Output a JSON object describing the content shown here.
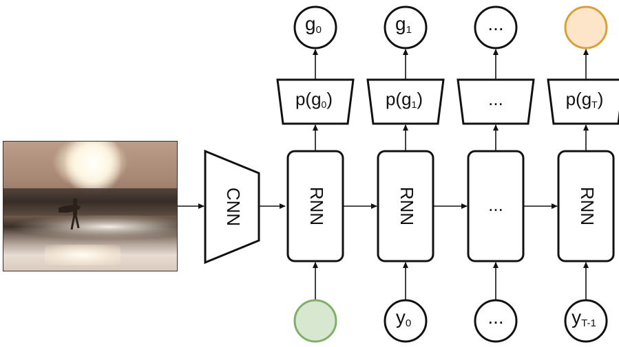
{
  "image": {
    "icon": "beach-surfer-photo"
  },
  "encoder": {
    "label": "CNN"
  },
  "columns": [
    {
      "output_label": "g",
      "output_sub": "0",
      "output_fill": "#ffffff",
      "output_stroke": "#111111",
      "dist_label": "p(g",
      "dist_sub": "0",
      "dist_close": ")",
      "cell_label": "RNN",
      "cell_rotated": true,
      "input_label": "",
      "input_sub": "",
      "input_fill": "#d8e8d0",
      "input_stroke": "#7fb069"
    },
    {
      "output_label": "g",
      "output_sub": "1",
      "output_fill": "#ffffff",
      "output_stroke": "#111111",
      "dist_label": "p(g",
      "dist_sub": "1",
      "dist_close": ")",
      "cell_label": "RNN",
      "cell_rotated": true,
      "input_label": "y",
      "input_sub": "0",
      "input_fill": "#ffffff",
      "input_stroke": "#111111"
    },
    {
      "output_label": "...",
      "output_sub": "",
      "output_fill": "#ffffff",
      "output_stroke": "#111111",
      "dist_label": "...",
      "dist_sub": "",
      "dist_close": "",
      "cell_label": "...",
      "cell_rotated": false,
      "input_label": "...",
      "input_sub": "",
      "input_fill": "#ffffff",
      "input_stroke": "#111111"
    },
    {
      "output_label": "",
      "output_sub": "",
      "output_fill": "#fce5c8",
      "output_stroke": "#d9a03a",
      "dist_label": "p(g",
      "dist_sub": "T",
      "dist_close": ")",
      "cell_label": "RNN",
      "cell_rotated": true,
      "input_label": "y",
      "input_sub": "T-1",
      "input_fill": "#ffffff",
      "input_stroke": "#111111"
    }
  ]
}
